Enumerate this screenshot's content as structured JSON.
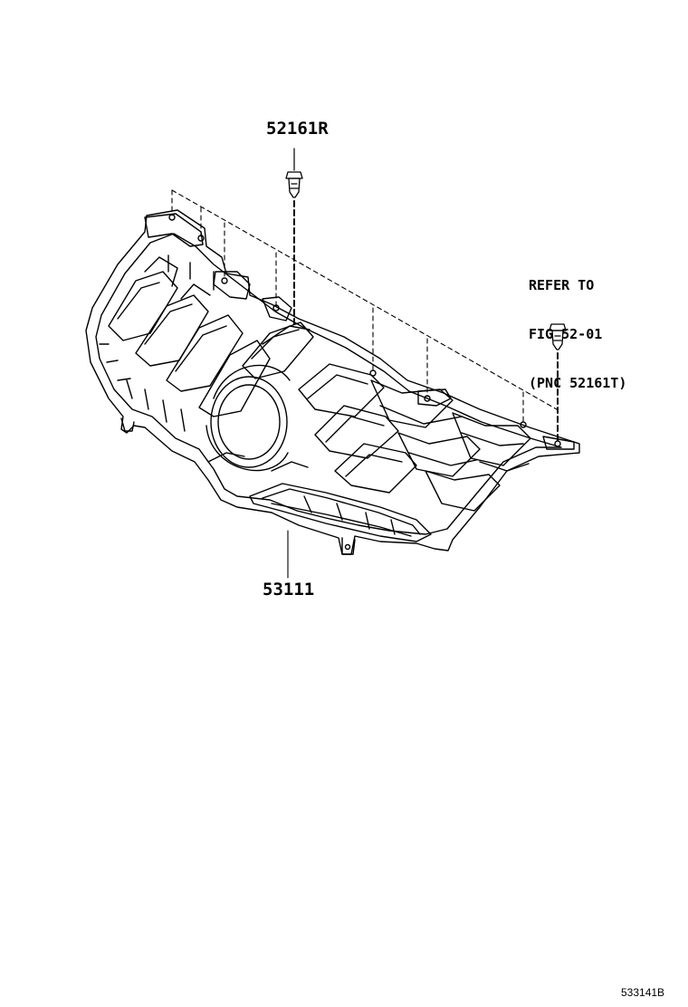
{
  "parts": {
    "clip_top": "52161R",
    "grille": "53111"
  },
  "reference": {
    "line1": "REFER TO",
    "line2": "FIG 52-01",
    "line3": "(PNC 52161T)"
  },
  "illustration_code": "533141B",
  "colors": {
    "ink": "#000000",
    "background": "#ffffff"
  }
}
